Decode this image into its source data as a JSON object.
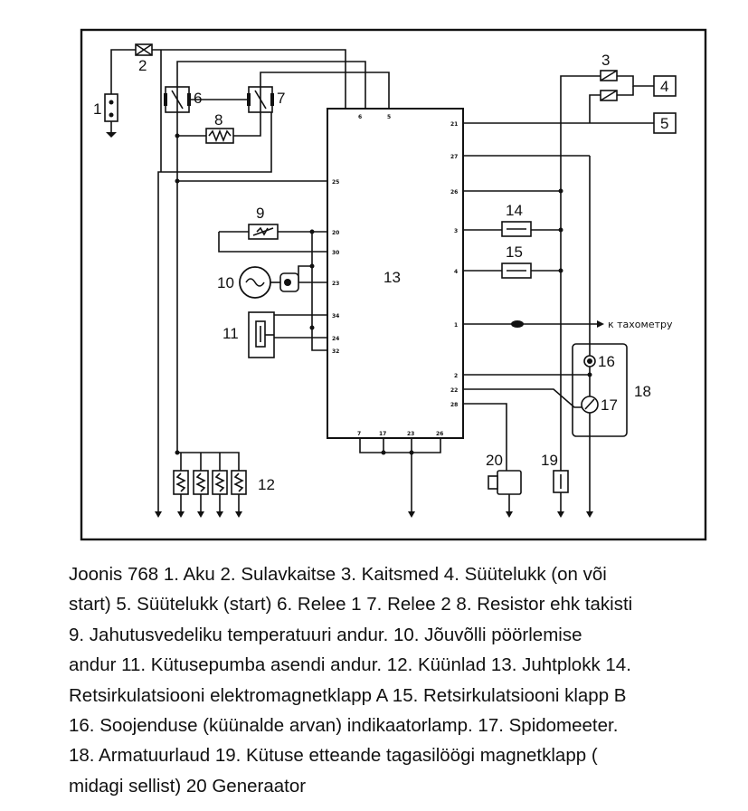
{
  "diagram": {
    "labels": {
      "n1": "1",
      "n2": "2",
      "n3": "3",
      "n4": "4",
      "n5": "5",
      "n6": "6",
      "n7": "7",
      "n8": "8",
      "n9": "9",
      "n10": "10",
      "n11": "11",
      "n12": "12",
      "n13": "13",
      "n14": "14",
      "n15": "15",
      "n16": "16",
      "n17": "17",
      "n18": "18",
      "n19": "19",
      "n20": "20"
    },
    "tacho": "к тахометру",
    "pins": {
      "top_left": "6",
      "top_right": "5",
      "r21": "21",
      "r27": "27",
      "r26": "26",
      "r3": "3",
      "r4": "4",
      "r1": "1",
      "r2": "2",
      "r22": "22",
      "r28": "28",
      "l25": "25",
      "l20": "20",
      "l30": "30",
      "l23": "23",
      "l34": "34",
      "l24": "24",
      "l32": "32",
      "b7": "7",
      "b17": "17",
      "b23": "23",
      "b26": "26"
    }
  },
  "caption": {
    "lines": [
      "Joonis 768 1. Aku 2. Sulavkaitse 3. Kaitsmed 4. Süütelukk (on või",
      "start) 5. Süütelukk (start)  6. Relee 1 7. Relee 2 8. Resistor ehk takisti",
      "9. Jahutusvedeliku temperatuuri andur. 10. Jõuvõlli pöörlemise",
      "andur 11. Kütusepumba asendi andur. 12. Küünlad 13. Juhtplokk 14.",
      "Retsirkulatsiooni elektromagnetklapp A 15. Retsirkulatsiooni klapp B",
      "16. Soojenduse (küünalde arvan) indikaatorlamp. 17. Spidomeeter.",
      "18. Armatuurlaud 19. Kütuse etteande tagasilöögi magnetklapp (",
      "midagi sellist) 20 Generaator"
    ]
  }
}
